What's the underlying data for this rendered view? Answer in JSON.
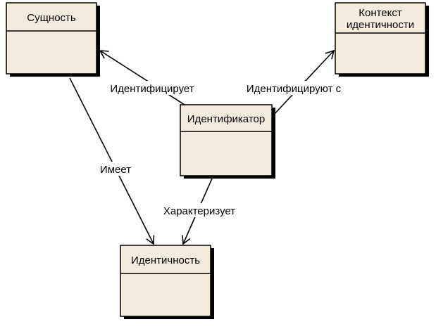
{
  "colors": {
    "box_fill": "#f3ecdc",
    "shadow": "#000000",
    "border": "#000000",
    "connector": "#000000",
    "background": "#ffffff"
  },
  "classes": {
    "entity": {
      "title": "Сущность"
    },
    "identity_context": {
      "title_line1": "Контекст",
      "title_line2": "идентичности"
    },
    "identifier": {
      "title": "Идентификатор"
    },
    "identity": {
      "title": "Идентичность"
    }
  },
  "relations": {
    "identifies": "Идентифицирует",
    "identified_with": "Идентифицируют с",
    "has": "Имеет",
    "characterizes": "Характеризует"
  }
}
